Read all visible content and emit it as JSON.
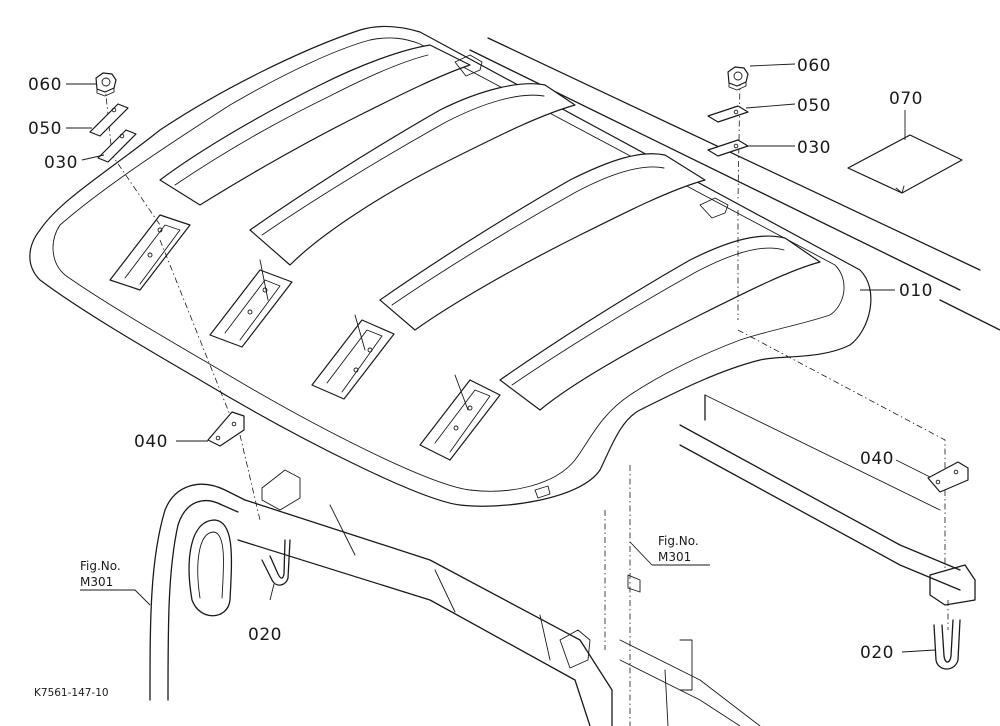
{
  "labels": {
    "p060_left": "060",
    "p050_left": "050",
    "p030_left": "030",
    "p060_right": "060",
    "p050_right": "050",
    "p030_right": "030",
    "p070": "070",
    "p010": "010",
    "p040_left": "040",
    "p040_right": "040",
    "p020_left": "020",
    "p020_right": "020"
  },
  "refs": {
    "left_line1": "Fig.No.",
    "left_line2": "M301",
    "center_line1": "Fig.No.",
    "center_line2": "M301"
  },
  "drawing_code": "K7561-147-10"
}
